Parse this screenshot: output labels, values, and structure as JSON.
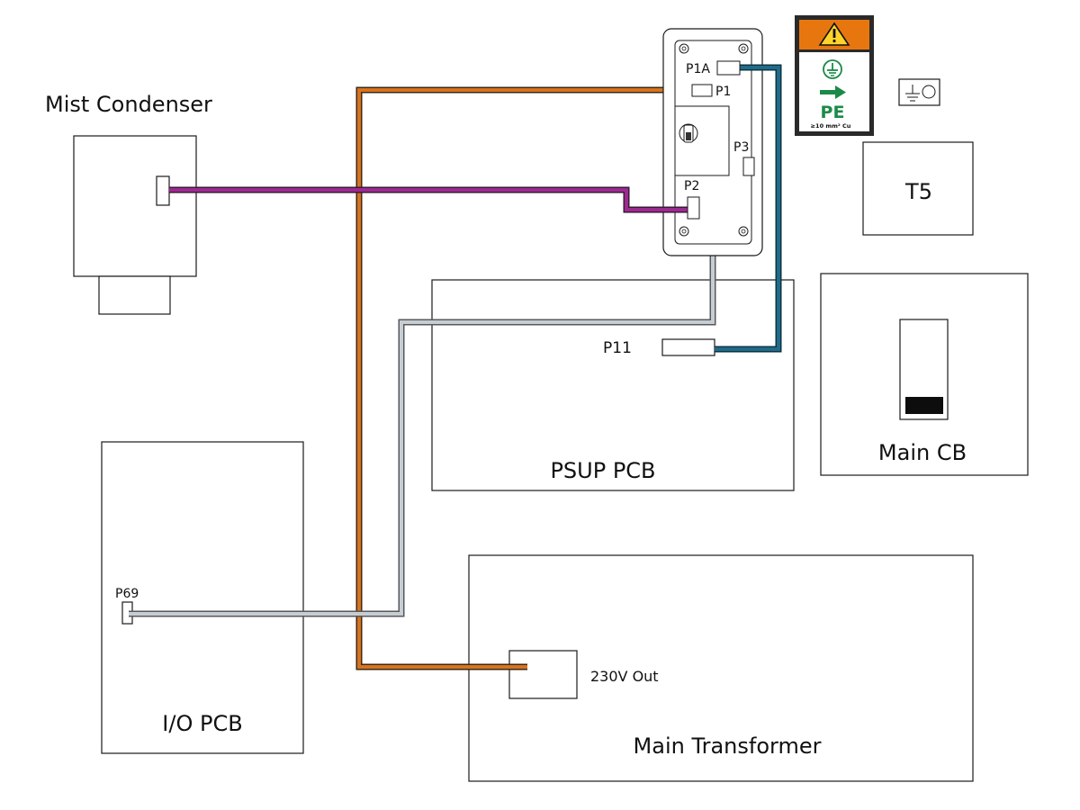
{
  "components": {
    "mist_condenser": "Mist Condenser",
    "psup_pcb": "PSUP PCB",
    "io_pcb": "I/O PCB",
    "main_cb": "Main CB",
    "main_transformer": "Main Transformer",
    "t5": "T5"
  },
  "connectors": {
    "p1a": "P1A",
    "p1": "P1",
    "p2": "P2",
    "p3": "P3",
    "p11": "P11",
    "p69": "P69",
    "out_230v": "230V Out"
  },
  "pe_label": {
    "symbol_text": "PE",
    "spec": "≥10 mm² Cu"
  },
  "colors": {
    "orange_wire": "#d9731e",
    "purple_wire": "#9c2a8f",
    "blue_wire": "#1f6b8a",
    "gray_wire": "#b9c0c4",
    "warning_orange": "#e8760f",
    "pe_green": "#1b8a48",
    "label_dark": "#2a2a2a"
  },
  "wires": [
    {
      "name": "orange",
      "from": "P1",
      "to": "230V Out"
    },
    {
      "name": "purple",
      "from": "Mist Condenser",
      "to": "P2"
    },
    {
      "name": "blue",
      "from": "P1A",
      "to": "P11"
    },
    {
      "name": "gray",
      "from": "P3",
      "to": "P69"
    }
  ]
}
